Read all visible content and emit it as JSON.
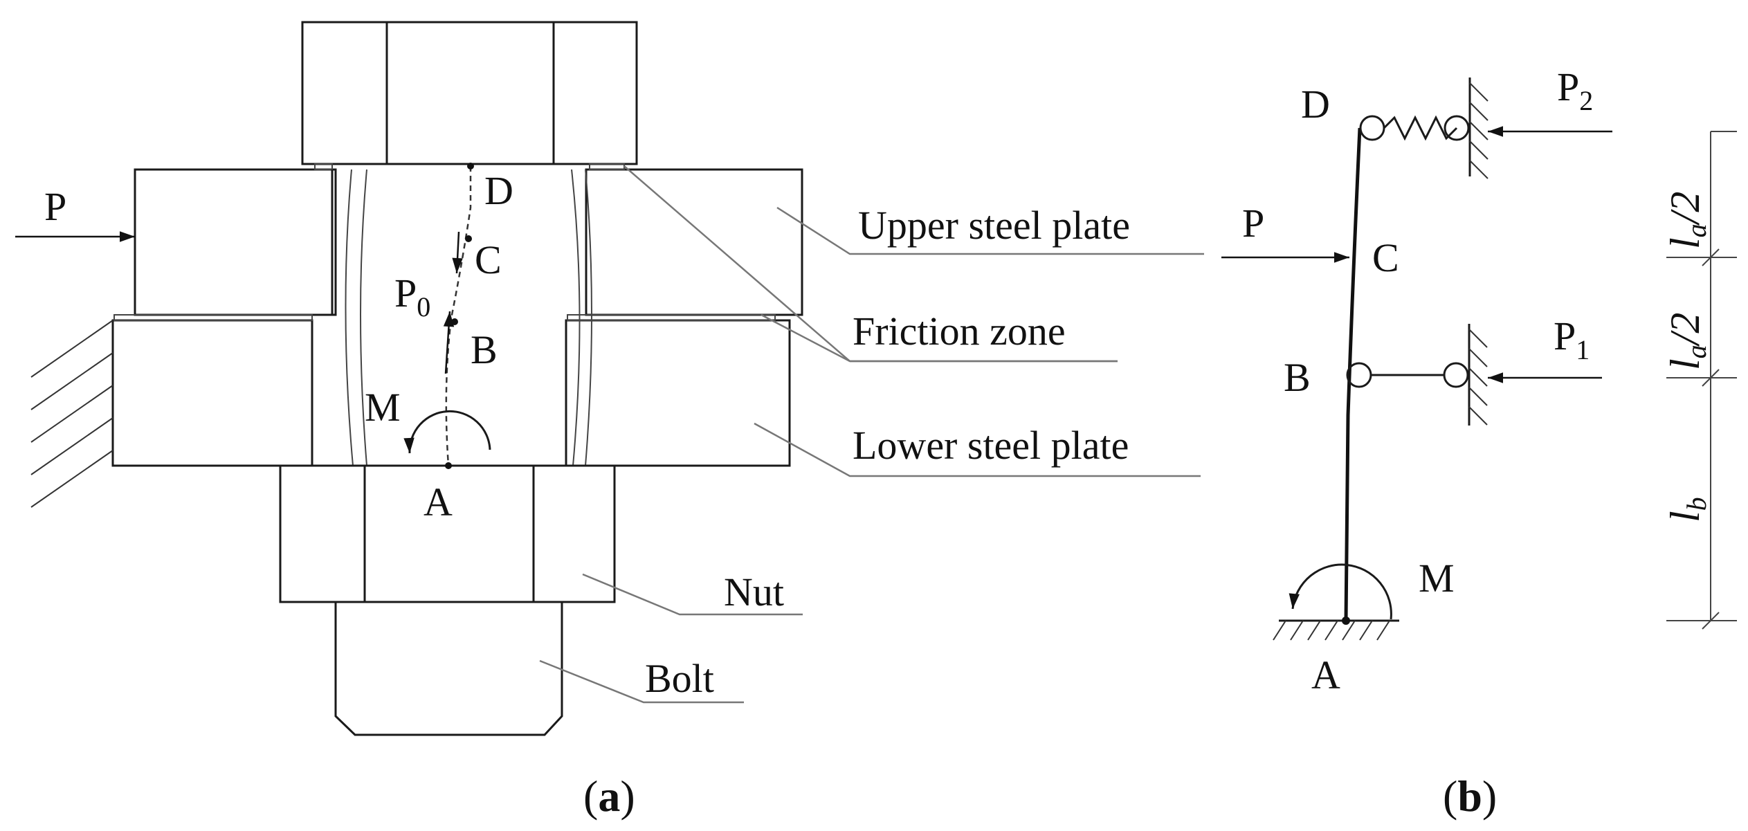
{
  "panel_a": {
    "caption_open": "(",
    "caption_letter": "a",
    "caption_close": ")",
    "load_P": "P",
    "point_D": "D",
    "point_C": "C",
    "point_B": "B",
    "point_A": "A",
    "force_P0_main": "P",
    "force_P0_sub": "0",
    "moment_M": "M",
    "label_upper_plate": "Upper steel plate",
    "label_friction": "Friction zone",
    "label_lower_plate": "Lower steel plate",
    "label_nut": "Nut",
    "label_bolt": "Bolt"
  },
  "panel_b": {
    "caption_open": "(",
    "caption_letter": "b",
    "caption_close": ")",
    "point_D": "D",
    "point_C": "C",
    "point_B": "B",
    "point_A": "A",
    "load_P": "P",
    "load_P2_main": "P",
    "load_P2_sub": "2",
    "load_P1_main": "P",
    "load_P1_sub": "1",
    "moment_M": "M",
    "dim_la_main": "l",
    "dim_la_sub": "a",
    "dim_la_tail": "/2",
    "dim_lb_main": "l",
    "dim_lb_sub": "b"
  }
}
